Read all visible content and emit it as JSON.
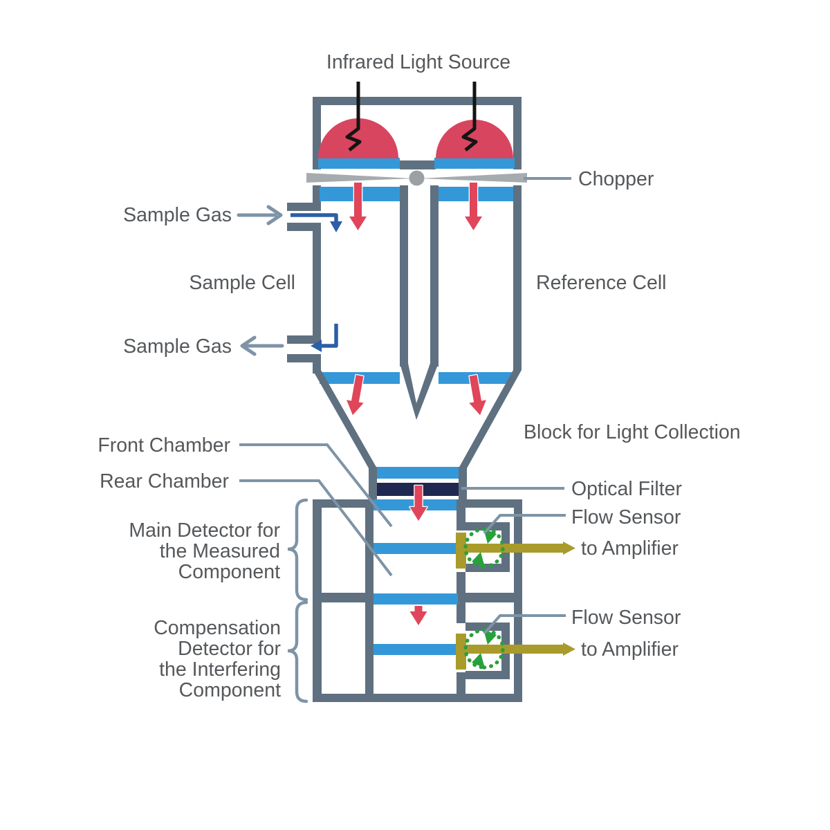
{
  "diagram": "NDIR gas analyzer schematic",
  "colors": {
    "wall": "#5f7080",
    "leader": "#7e93a6",
    "blue": "#3498d8",
    "red-dome": "#d8455f",
    "red-arrow": "#e0455a",
    "navy": "#1e2850",
    "chopper-gray": "#a6abaf",
    "chopper-hub": "#9aa0a4",
    "olive": "#a89b2b",
    "green": "#28a03c",
    "flow-blue": "#2b5fa7",
    "text": "#55585b",
    "background": "#ffffff"
  },
  "labels": {
    "infrared_light_source": "Infrared Light Source",
    "chopper": "Chopper",
    "sample_gas_in": "Sample Gas",
    "sample_gas_out": "Sample Gas",
    "sample_cell": "Sample Cell",
    "reference_cell": "Reference Cell",
    "block_for_light_collection": "Block for Light Collection",
    "front_chamber": "Front Chamber",
    "rear_chamber": "Rear Chamber",
    "optical_filter": "Optical Filter",
    "flow_sensor_top": "Flow Sensor",
    "to_amplifier_top": "to Amplifier",
    "flow_sensor_bottom": "Flow Sensor",
    "to_amplifier_bottom": "to Amplifier",
    "main_detector_lines": [
      "Main Detector for",
      "the Measured",
      "Component"
    ],
    "compensation_detector_lines": [
      "Compensation",
      "Detector for",
      "the Interfering",
      "Component"
    ]
  }
}
